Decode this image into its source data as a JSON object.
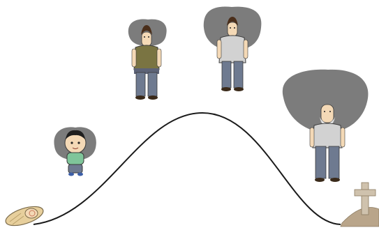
{
  "diagram": {
    "background": "#ffffff",
    "colors": {
      "curve": "#1a1a1a",
      "thought_bubble": "#6e6e6e",
      "skin": "#f4d9b6",
      "hair_brown": "#4a2e1a",
      "hair_baby": "#1f1f1f",
      "hair_gray": "#d9d9d9",
      "shirt_baby": "#7fc59a",
      "shirt_teen": "#7a7442",
      "shirt_adult": "#d2d2d2",
      "shirt_elder": "#d2d2d2",
      "pants": "#6e7a90",
      "shoes": "#3a2a1a",
      "baby_shoes": "#3d5fa8",
      "blanket": "#e7cf9c",
      "cross": "#cfc2ad",
      "mound": "#b9a58a"
    },
    "stages": [
      {
        "name": "newborn",
        "icon": "swaddled-baby-icon"
      },
      {
        "name": "toddler",
        "icon": "toddler-icon"
      },
      {
        "name": "teenager",
        "icon": "teen-icon"
      },
      {
        "name": "adult",
        "icon": "adult-icon"
      },
      {
        "name": "elder",
        "icon": "elder-icon"
      },
      {
        "name": "grave",
        "icon": "grave-cross-icon"
      }
    ]
  }
}
